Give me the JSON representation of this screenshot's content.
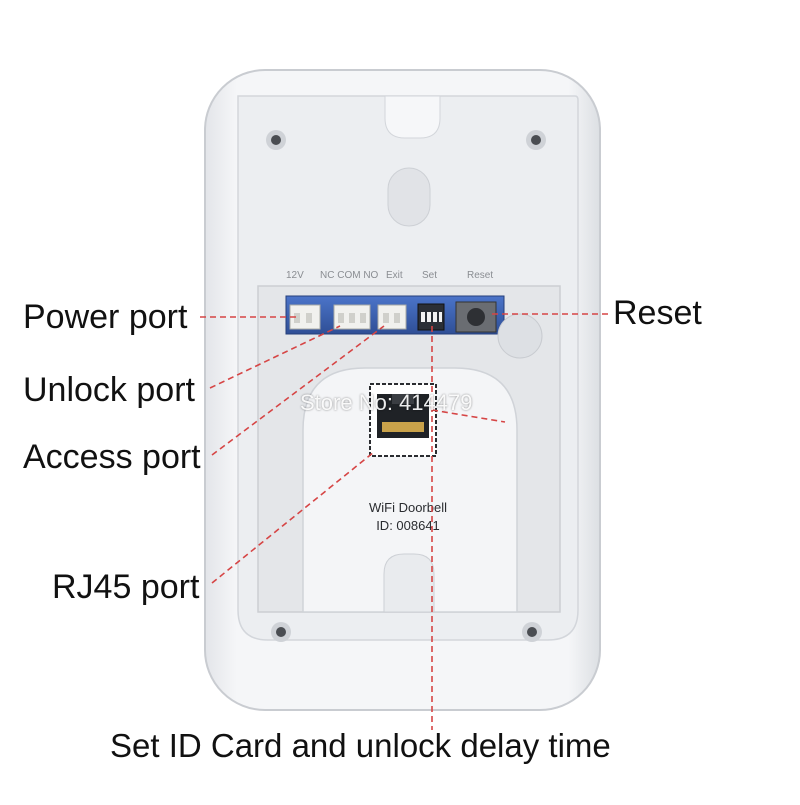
{
  "device": {
    "silkscreen": {
      "power": "12V",
      "relay": "NC COM NO",
      "exit": "Exit",
      "set": "Set",
      "reset": "Reset"
    },
    "label_title": "WiFi Doorbell",
    "label_id": "ID: 008641"
  },
  "callouts": {
    "power_port": "Power port",
    "unlock_port": "Unlock port",
    "access_port": "Access port",
    "rj45_port": "RJ45 port",
    "reset": "Reset",
    "set_caption": "Set  ID Card and unlock delay time"
  },
  "watermark": "Store No: 414479",
  "colors": {
    "leader_line": "#d64545",
    "housing": "#f1f2f4",
    "inner_panel": "#e6e8eb",
    "pcb": "#3a5fb0"
  }
}
